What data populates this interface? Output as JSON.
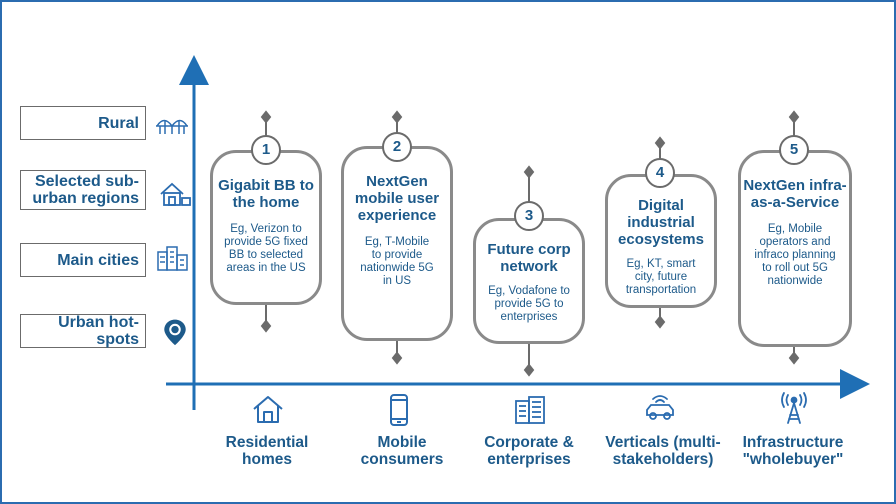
{
  "y_categories": [
    {
      "label": "Rural",
      "icon": "bridge-icon"
    },
    {
      "label": "Selected sub-\nurban regions",
      "icon": "house-icon"
    },
    {
      "label": "Main cities",
      "icon": "city-buildings-icon"
    },
    {
      "label": "Urban hot-spots",
      "icon": "location-pin-icon"
    }
  ],
  "x_categories": [
    {
      "label": "Residential\nhomes",
      "icon": "home-icon"
    },
    {
      "label": "Mobile\nconsumers",
      "icon": "smartphone-icon"
    },
    {
      "label": "Corporate &\nenterprises",
      "icon": "office-building-icon"
    },
    {
      "label": "Verticals (multi-\nstakeholders)",
      "icon": "connected-car-icon"
    },
    {
      "label": "Infrastructure\n\"wholebuyer\"",
      "icon": "radio-tower-icon"
    }
  ],
  "cards": [
    {
      "number": "1",
      "title": "Gigabit BB to\nthe home",
      "desc": "Eg, Verizon to\nprovide 5G fixed\nBB to selected\nareas in the US"
    },
    {
      "number": "2",
      "title": "NextGen\nmobile user\nexperience",
      "desc": "Eg, T-Mobile\nto provide\nnationwide 5G\nin US"
    },
    {
      "number": "3",
      "title": "Future corp\nnetwork",
      "desc": "Eg, Vodafone to\nprovide 5G to\nenterprises"
    },
    {
      "number": "4",
      "title": "Digital\nindustrial\necosystems",
      "desc": "Eg, KT, smart\ncity, future\ntransportation"
    },
    {
      "number": "5",
      "title": "NextGen infra-\nas-a-Service",
      "desc": "Eg, Mobile\noperators and\ninfraco planning\nto roll out 5G\nnationwide"
    }
  ],
  "colors": {
    "accent": "#1d5a8a",
    "axis": "#1f6fb5",
    "border": "#8a8a8a"
  }
}
